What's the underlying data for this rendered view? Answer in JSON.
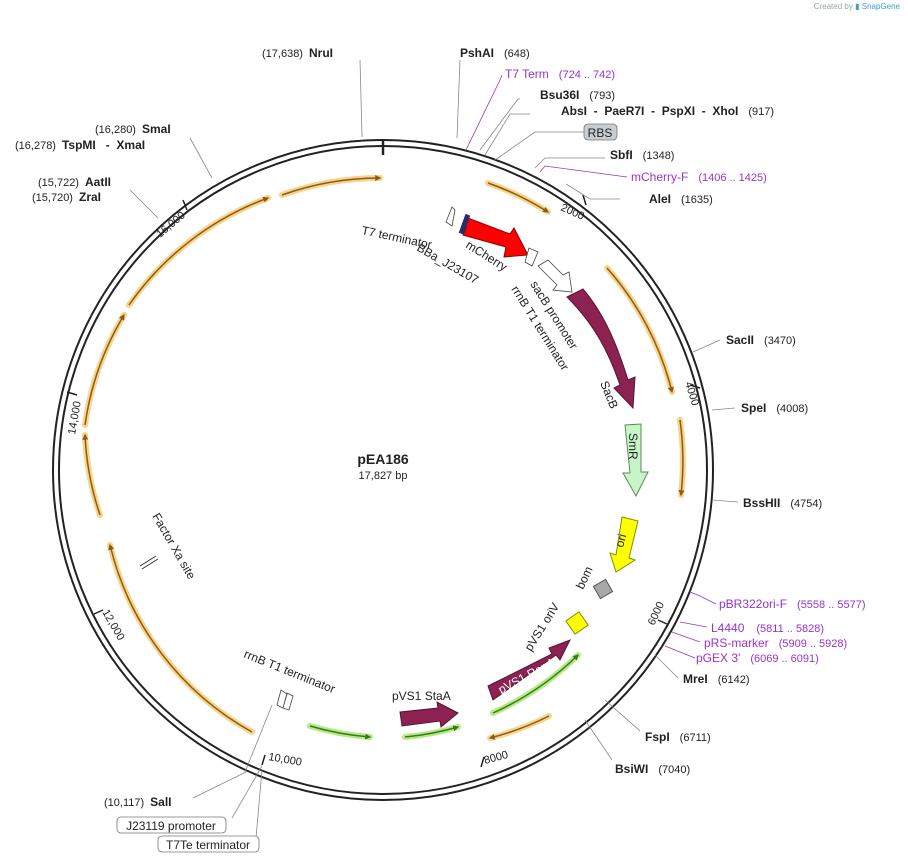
{
  "credit": {
    "prefix": "Created by",
    "brand": "SnapGene"
  },
  "plasmid": {
    "name": "pEA186",
    "length_label": "17,827 bp"
  },
  "colors": {
    "backbone": "#222222",
    "mCherry": "#ff0000",
    "sacB": "#8b2252",
    "SmR": "#c8f5c8",
    "ori": "#ffff00",
    "bom": "#a8a8a8",
    "primer": "#9933cc",
    "orf_glow": "#f5c96a",
    "green_glow": "#aee87a"
  },
  "ticks": [
    "2000",
    "4000",
    "6000",
    "8000",
    "10,000",
    "12,000",
    "14,000",
    "16,000"
  ],
  "sites": [
    {
      "pos": "(17,638)",
      "name": "NruI"
    },
    {
      "pos": "(648)",
      "name": "PshAI"
    },
    {
      "pos": "(793)",
      "name": "Bsu36I"
    },
    {
      "pos": "(917)",
      "name": "AbsI  -  PaeR7I  -  PspXI  -  XhoI"
    },
    {
      "pos": "(1348)",
      "name": "SbfI"
    },
    {
      "pos": "(1635)",
      "name": "AleI"
    },
    {
      "pos": "(3470)",
      "name": "SacII"
    },
    {
      "pos": "(4008)",
      "name": "SpeI"
    },
    {
      "pos": "(4754)",
      "name": "BssHII"
    },
    {
      "pos": "(6142)",
      "name": "MreI"
    },
    {
      "pos": "(6711)",
      "name": "FspI"
    },
    {
      "pos": "(7040)",
      "name": "BsiWI"
    },
    {
      "pos": "(10,117)",
      "name": "SalI"
    },
    {
      "pos": "(15,720)",
      "name": "ZraI"
    },
    {
      "pos": "(15,722)",
      "name": "AatII"
    },
    {
      "pos": "(16,278)",
      "name": "TspMI   -  XmaI"
    },
    {
      "pos": "(16,280)",
      "name": "SmaI"
    }
  ],
  "primers": [
    {
      "name": "T7 Term",
      "range": "(724 .. 742)"
    },
    {
      "name": "mCherry-F",
      "range": "(1406 .. 1425)"
    },
    {
      "name": "pBR322ori-F",
      "range": "(5558 .. 5577)"
    },
    {
      "name": "L4440",
      "range": "(5811 .. 5828)"
    },
    {
      "name": "pRS-marker",
      "range": "(5909 .. 5928)"
    },
    {
      "name": "pGEX 3'",
      "range": "(6069 .. 6091)"
    }
  ],
  "boxed_labels": [
    "RBS",
    "J23119 promoter",
    "T7Te terminator"
  ],
  "features": {
    "t7_terminator": "T7 terminator",
    "mcherry": "mCherry",
    "bba": "BBa_J23107",
    "sacb_promoter": "sacB promoter",
    "rrnb_top": "rrnB T1 terminator",
    "sacb": "SacB",
    "smr": "SmR",
    "ori": "ori",
    "bom": "bom",
    "pvs1_oriv": "pVS1 oriV",
    "pvs1_repa": "pVS1 RepA",
    "pvs1_staa": "pVS1 StaA",
    "rrnb_bottom": "rrnB T1 terminator",
    "factor_xa": "Factor Xa site"
  }
}
